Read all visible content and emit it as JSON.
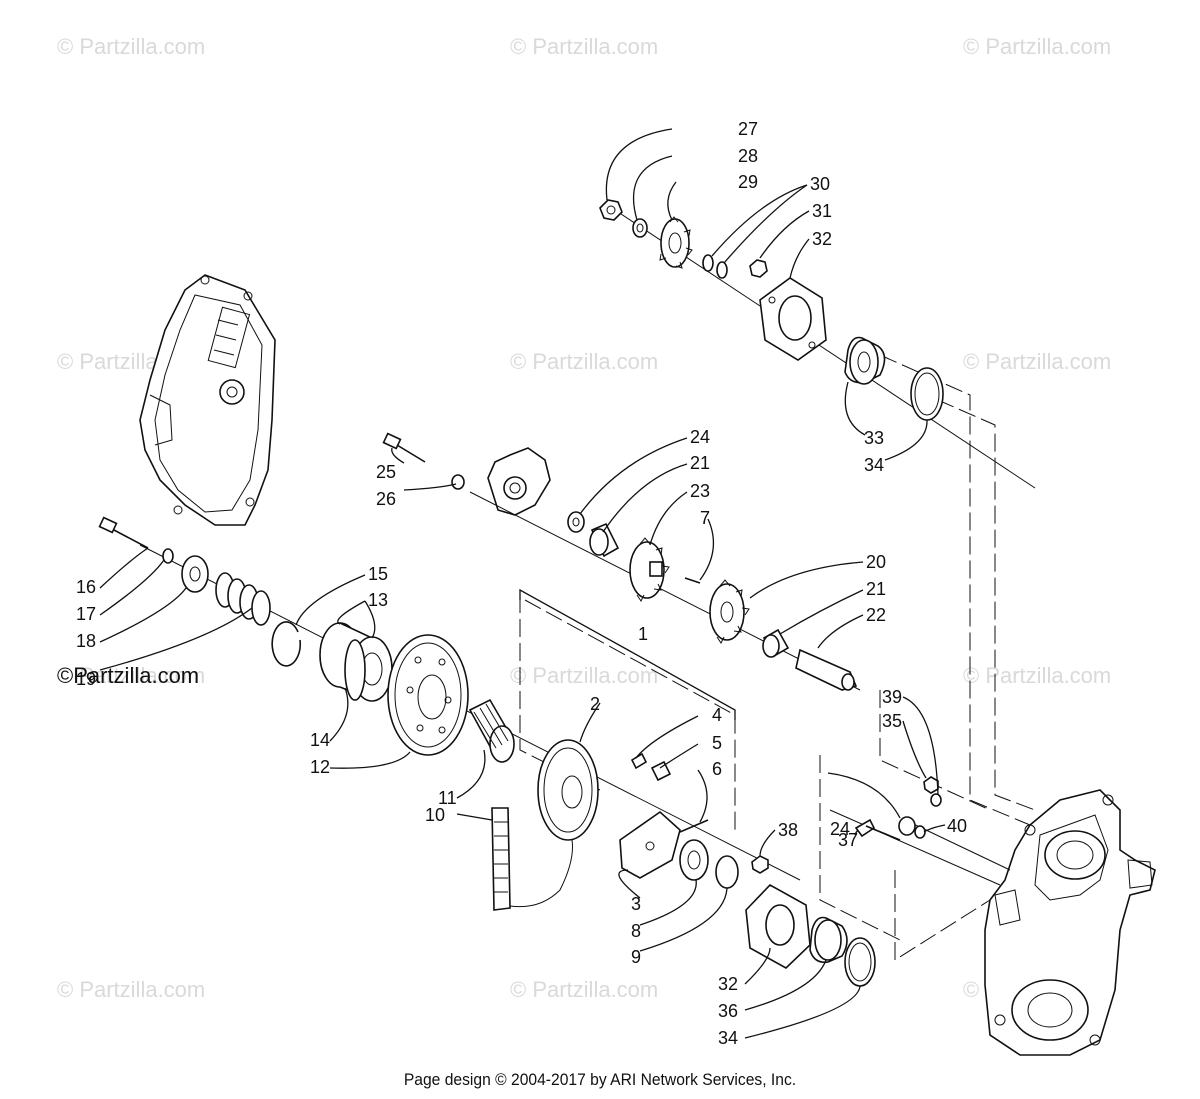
{
  "watermarks": [
    {
      "text": "© Partzilla.com"
    },
    {
      "text": "© Partzilla.com"
    },
    {
      "text": "© Partzilla.com"
    },
    {
      "text": "© Partzilla.com"
    },
    {
      "text": "© Partzilla.com"
    },
    {
      "text": "© Partzilla.com"
    },
    {
      "text": "© Partzilla.com"
    },
    {
      "text": "© Partzilla.com"
    },
    {
      "text": "© Partzilla.com"
    },
    {
      "text": "© Partzilla.com"
    },
    {
      "text": "© Partzilla.com"
    },
    {
      "text": "© Partzilla.com"
    }
  ],
  "overlay_watermark": "©Partzilla.com",
  "callouts": [
    "1",
    "2",
    "3",
    "4",
    "5",
    "6",
    "7",
    "8",
    "9",
    "10",
    "11",
    "12",
    "13",
    "14",
    "15",
    "16",
    "17",
    "18",
    "19",
    "20",
    "21",
    "21",
    "22",
    "23",
    "24",
    "24",
    "25",
    "26",
    "27",
    "28",
    "29",
    "30",
    "31",
    "32",
    "32",
    "33",
    "34",
    "34",
    "35",
    "36",
    "37",
    "38",
    "39",
    "40"
  ],
  "footer": "Page design © 2004-2017 by ARI Network Services, Inc."
}
